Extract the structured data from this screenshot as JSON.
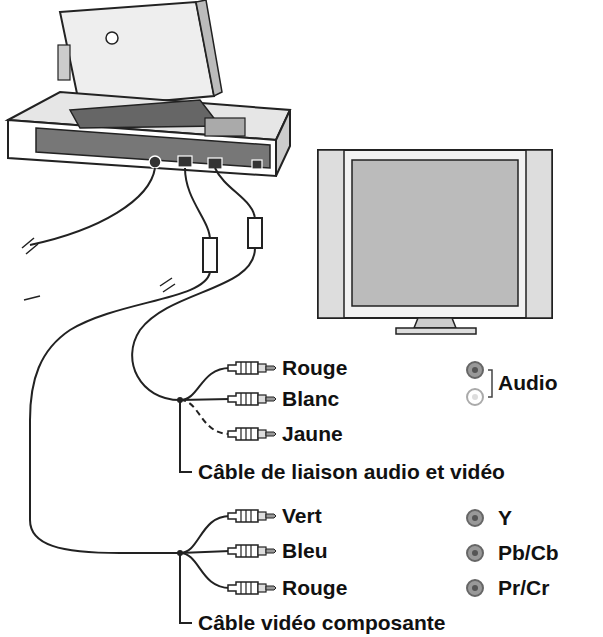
{
  "diagram": {
    "labels": [
      "Rouge",
      "Audio",
      "Blanc",
      "Jaune",
      "Câble de liaison audio et vidéo",
      "Vert",
      "Y",
      "Bleu",
      "Pb/Cb",
      "Rouge",
      "Pr/Cr",
      "Câble vidéo composante"
    ]
  }
}
